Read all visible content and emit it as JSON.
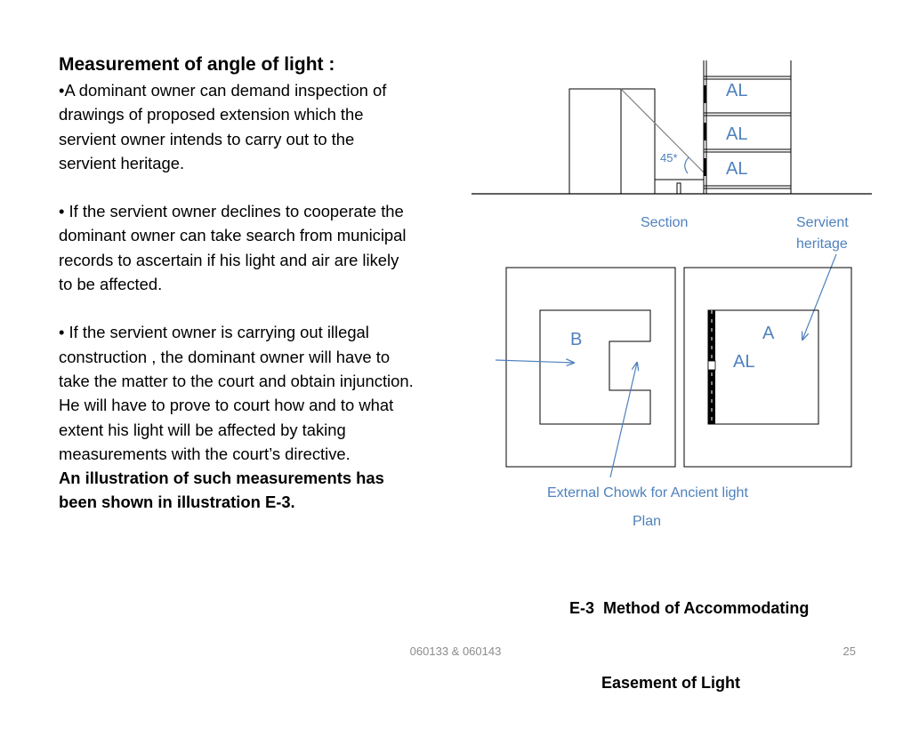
{
  "slide": {
    "heading": "Measurement of angle of light :",
    "paragraphs": [
      "•A dominant owner can demand inspection of drawings of proposed extension which the servient owner intends to carry out to the servient heritage.",
      "• If the servient owner declines to cooperate the dominant owner can take search from municipal records to ascertain if his light and air are likely to be affected.",
      "• If the servient owner is carrying out illegal construction , the dominant owner will have to take the matter to the court and obtain injunction. He will have to prove to court how and to what extent his light will be affected by taking measurements with the court’s directive."
    ],
    "emphasis": "An illustration of such measurements has been shown in illustration E-3."
  },
  "diagram": {
    "section": {
      "floor_labels": [
        "AL",
        "AL",
        "AL"
      ],
      "angle_label": "45*",
      "section_label": "Section",
      "servient_label_line1": "Servient",
      "servient_label_line2": "heritage"
    },
    "plan": {
      "label_b": "B",
      "label_a": "A",
      "label_al": "AL",
      "chowk_label": "External Chowk for Ancient light",
      "plan_label": "Plan"
    },
    "line_color": "#4f81bd",
    "caption_line1": "E-3  Method of Accommodating",
    "caption_line2": "Easement of Light"
  },
  "footer": {
    "center": "060133 & 060143",
    "page": "25"
  }
}
